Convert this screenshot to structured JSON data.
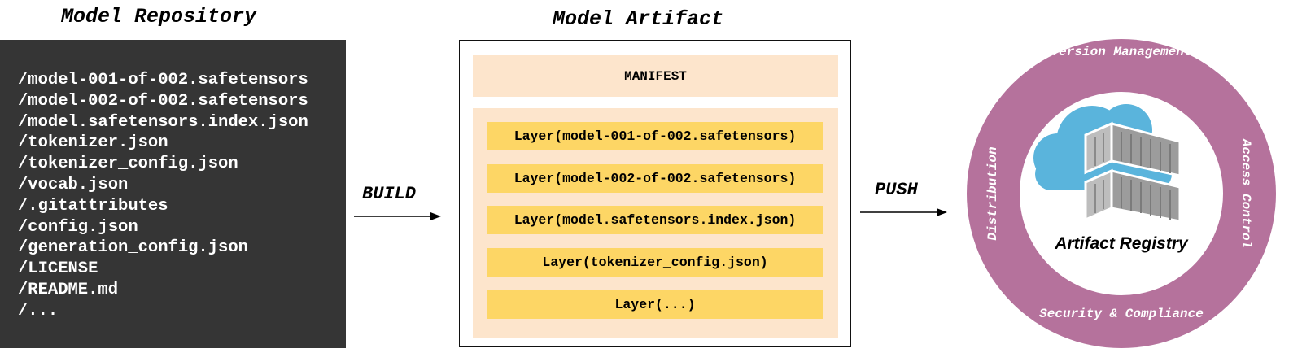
{
  "repository": {
    "title": "Model Repository",
    "files": [
      "/model-001-of-002.safetensors",
      "/model-002-of-002.safetensors",
      "/model.safetensors.index.json",
      "/tokenizer.json",
      "/tokenizer_config.json",
      "/vocab.json",
      "/.gitattributes",
      "/config.json",
      "/generation_config.json",
      "/LICENSE",
      "/README.md",
      "/..."
    ]
  },
  "edges": {
    "build": "BUILD",
    "push": "PUSH"
  },
  "artifact": {
    "title": "Model Artifact",
    "manifest": "MANIFEST",
    "layers": [
      "Layer(model-001-of-002.safetensors)",
      "Layer(model-002-of-002.safetensors)",
      "Layer(model.safetensors.index.json)",
      "Layer(tokenizer_config.json)",
      "Layer(...)"
    ]
  },
  "registry": {
    "name": "Artifact Registry",
    "ring": {
      "top": "Version Management",
      "right": "Access Control",
      "bottom": "Security & Compliance",
      "left": "Distribution"
    },
    "ring_color": "#b5729c",
    "cloud_color": "#5ab4dc",
    "icon": "cloud-container-icon"
  },
  "colors": {
    "repo_panel": "#353535",
    "manifest_bg": "#fde5cc",
    "layer_bg": "#fdd665"
  }
}
